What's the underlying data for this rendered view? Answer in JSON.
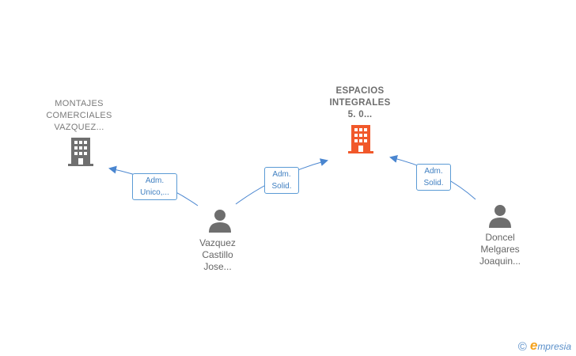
{
  "colors": {
    "edge": "#4a86d0",
    "company_gray": "#6f6f6f",
    "company_main": "#f1582a",
    "person": "#6e6e6e"
  },
  "companies": [
    {
      "id": "montajes",
      "lines": [
        "MONTAJES",
        "COMERCIALES",
        "VAZQUEZ..."
      ],
      "icon": "building-icon"
    },
    {
      "id": "espacios",
      "lines": [
        "ESPACIOS",
        "INTEGRALES",
        "5. 0..."
      ],
      "icon": "building-icon"
    }
  ],
  "persons": [
    {
      "id": "vazquez",
      "lines": [
        "Vazquez",
        "Castillo",
        "Jose..."
      ],
      "icon": "person-icon"
    },
    {
      "id": "doncel",
      "lines": [
        "Doncel",
        "Melgares",
        "Joaquin..."
      ],
      "icon": "person-icon"
    }
  ],
  "roles": [
    {
      "lines": [
        "Adm.",
        "Unico,..."
      ]
    },
    {
      "lines": [
        "Adm.",
        "Solid."
      ]
    },
    {
      "lines": [
        "Adm.",
        "Solid."
      ]
    }
  ],
  "brand": {
    "copyright": "©",
    "initial": "e",
    "word": "mpresia"
  }
}
